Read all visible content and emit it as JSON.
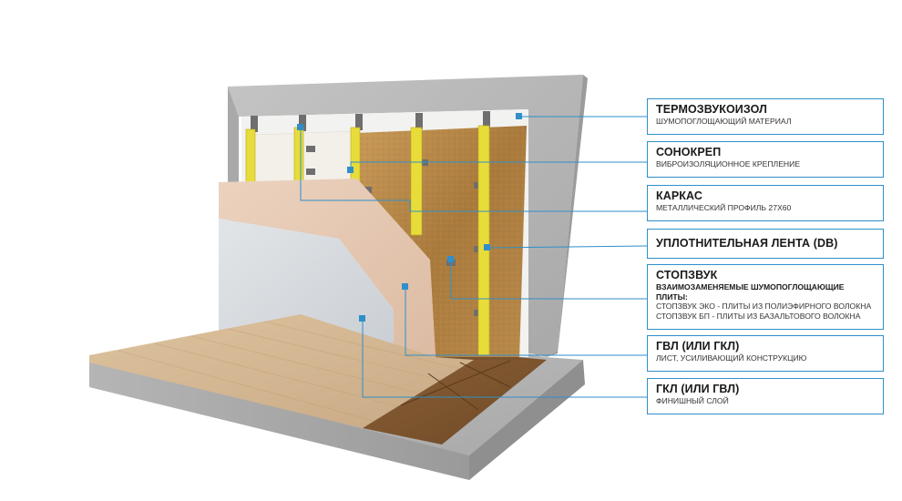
{
  "diagram": {
    "labels": [
      {
        "id": "termozvukoizol",
        "title": "ТЕРМОЗВУКОИЗОЛ",
        "subtitle": "ШУМОПОГЛОЩАЮЩИЙ МАТЕРИАЛ"
      },
      {
        "id": "sonokrep",
        "title": "СОНОКРЕП",
        "subtitle": "ВИБРОИЗОЛЯЦИОННОЕ КРЕПЛЕНИЕ"
      },
      {
        "id": "karkas",
        "title": "КАРКАС",
        "subtitle": "МЕТАЛЛИЧЕСКИЙ ПРОФИЛЬ 27Х60"
      },
      {
        "id": "lenta",
        "title": "УПЛОТНИТЕЛЬНАЯ ЛЕНТА (DB)",
        "subtitle": ""
      },
      {
        "id": "stopzvuk",
        "title": "СТОПЗВУК",
        "subtitle_bold": "ВЗАИМОЗАМЕНЯЕМЫЕ ШУМОПОГЛОЩАЮЩИЕ ПЛИТЫ:",
        "notes": [
          "СТОПЗВУК ЭКО - ПЛИТЫ ИЗ ПОЛИЭФИРНОГО ВОЛОКНА",
          "СТОПЗВУК БП - ПЛИТЫ ИЗ БАЗАЛЬТОВОГО ВОЛОКНА"
        ]
      },
      {
        "id": "gvl",
        "title": "ГВЛ (ИЛИ ГКЛ)",
        "subtitle": "ЛИСТ, УСИЛИВАЮЩИЙ КОНСТРУКЦИЮ"
      },
      {
        "id": "gkl",
        "title": "ГКЛ (ИЛИ ГВЛ)",
        "subtitle": "ФИНИШНЫЙ СЛОЙ"
      }
    ],
    "colors": {
      "leader": "#2f8fc9",
      "concrete": "#b9b9b9",
      "mineral_wool": "#f2f0e8",
      "felt_board": "#b88a4a",
      "profile": "#e8dc3a",
      "gvl": "#e6c9b2",
      "gkl": "#d6dade",
      "floor": "#d6b994"
    }
  }
}
